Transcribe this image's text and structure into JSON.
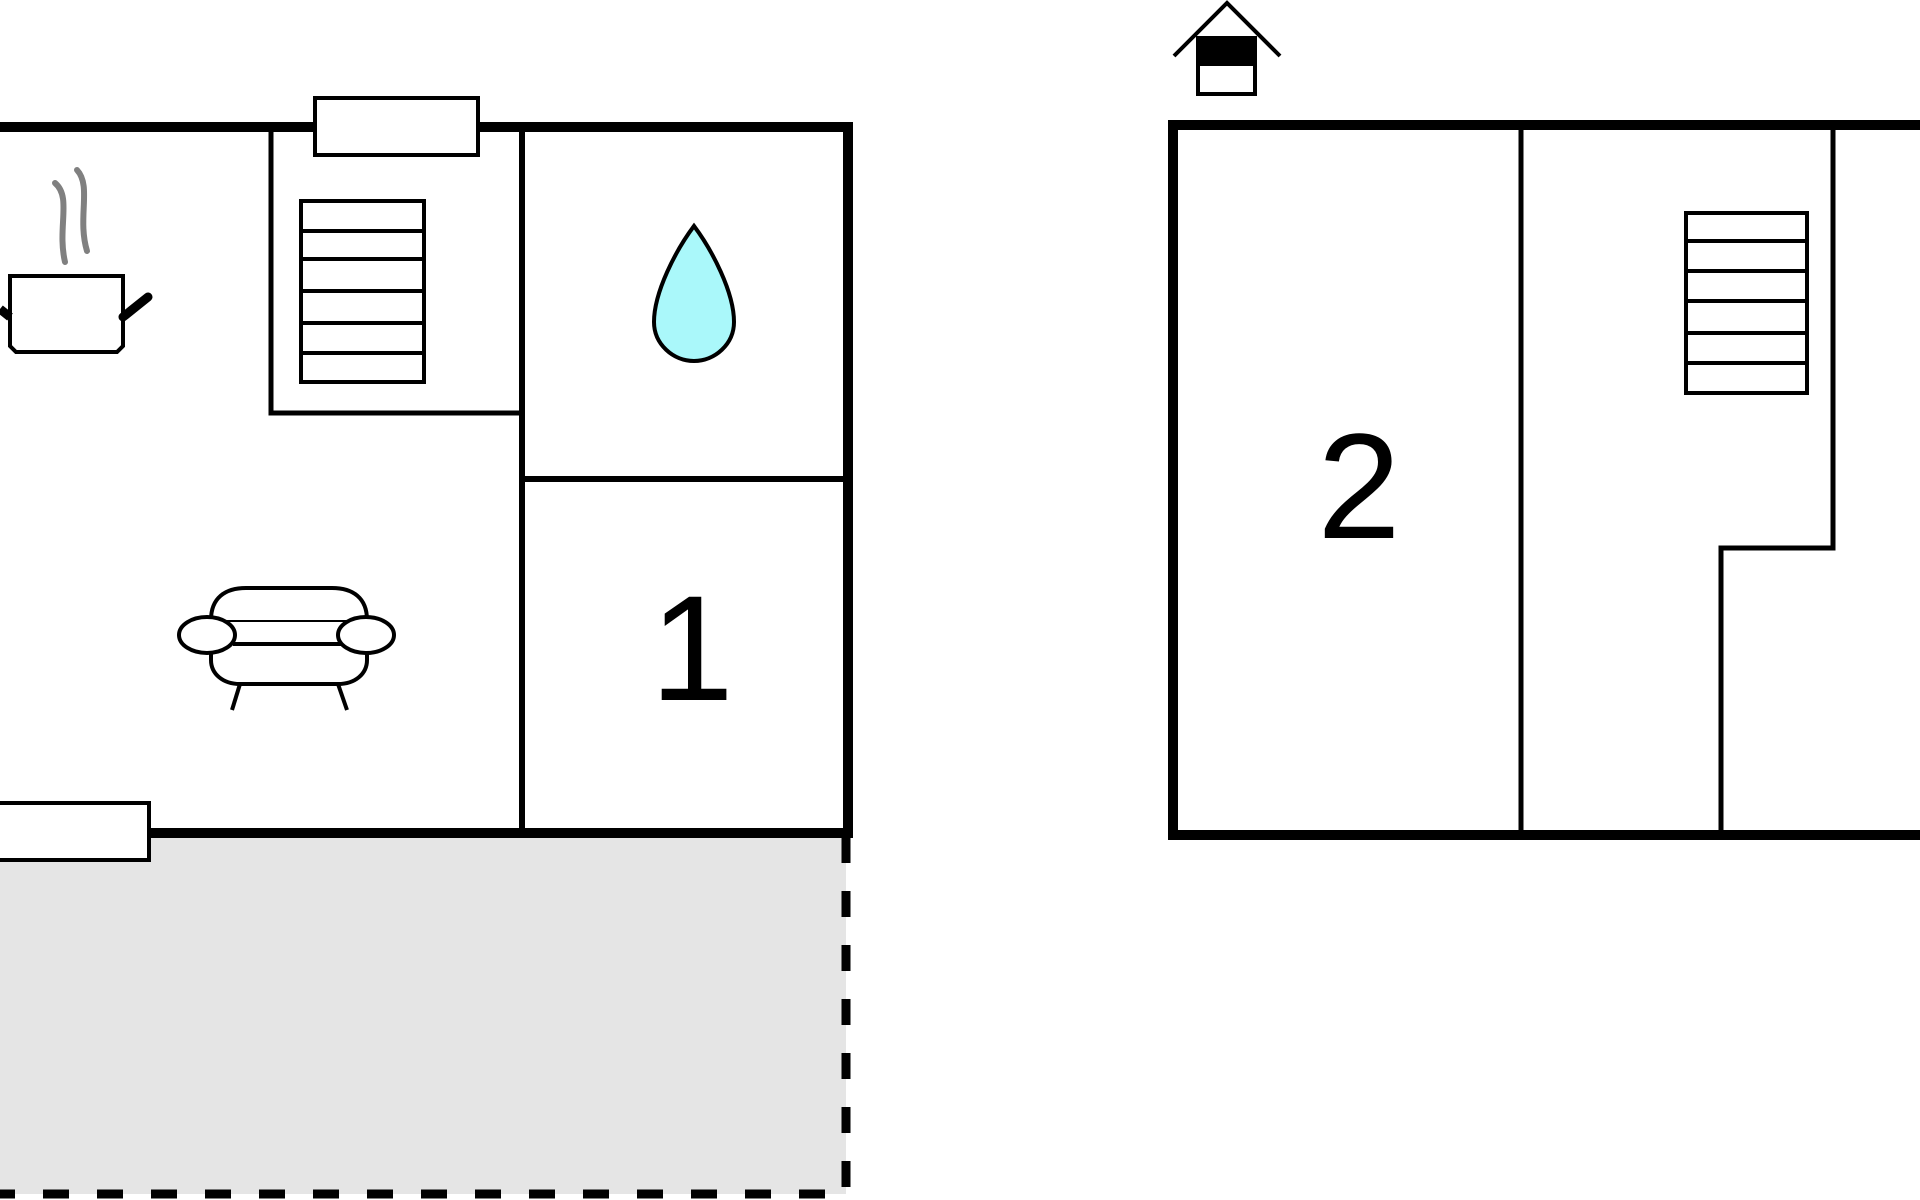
{
  "floor_plan": {
    "ground_floor": {
      "rooms": [
        {
          "id": "kitchen-living",
          "icons": [
            "cooking-pot-icon",
            "sofa-icon"
          ]
        },
        {
          "id": "staircase",
          "icons": [
            "stairs-icon"
          ]
        },
        {
          "id": "bathroom",
          "icons": [
            "water-drop-icon"
          ]
        },
        {
          "id": "bedroom-1",
          "label": "1"
        }
      ],
      "terrace": {
        "icon": "terrace-area"
      }
    },
    "upper_floor": {
      "marker_icon": "house-floor-indicator-icon",
      "rooms": [
        {
          "id": "bedroom-2",
          "label": "2"
        },
        {
          "id": "landing",
          "icons": [
            "stairs-icon"
          ]
        },
        {
          "id": "attic-room"
        }
      ]
    }
  },
  "colors": {
    "walls": "#000000",
    "terrace_fill": "#e5e5e5",
    "water_drop": "#aaf8fa",
    "steam": "#808080",
    "background": "#ffffff"
  }
}
